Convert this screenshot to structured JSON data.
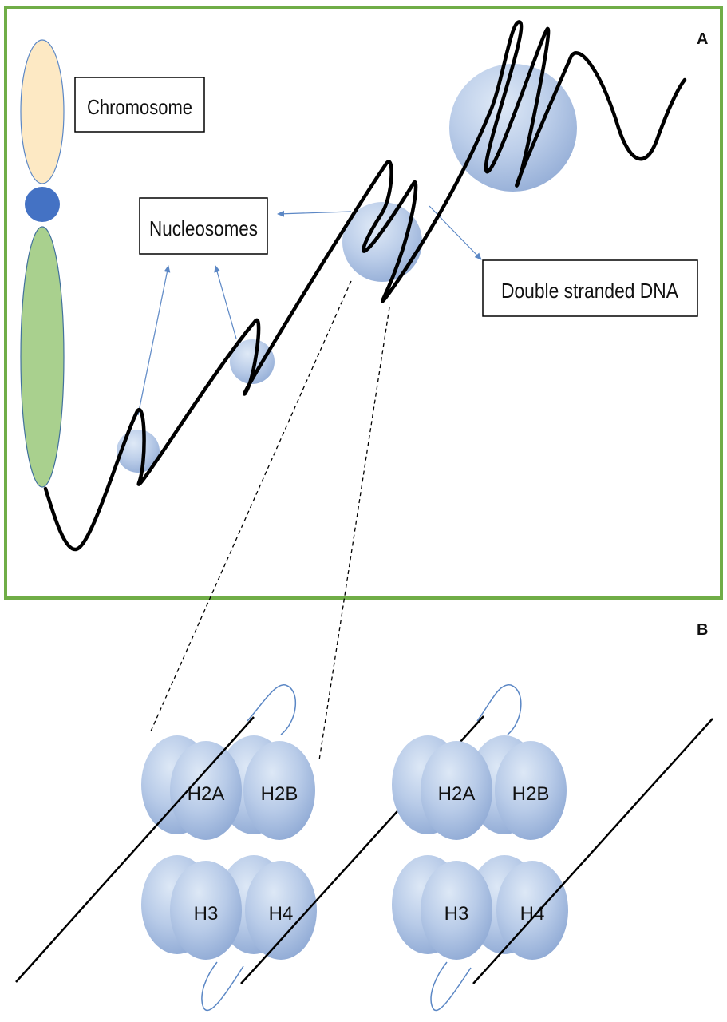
{
  "panel_a": {
    "letter": "A",
    "labels": {
      "chromosome": "Chromosome",
      "nucleosomes": "Nucleosomes",
      "dna": "Double stranded DNA"
    }
  },
  "panel_b": {
    "letter": "B",
    "octamers": [
      {
        "h2a": "H2A",
        "h2b": "H2B",
        "h3": "H3",
        "h4": "H4"
      },
      {
        "h2a": "H2A",
        "h2b": "H2B",
        "h3": "H3",
        "h4": "H4"
      }
    ]
  },
  "colors": {
    "panel_border": "#70ad47",
    "chromosome_upper_arm": "#fde9c4",
    "centromere": "#4472c4",
    "chromosome_lower_arm": "#a9d08e",
    "histone": "#b4c8e6",
    "arrow": "#5b87c5",
    "dna": "#000000"
  }
}
